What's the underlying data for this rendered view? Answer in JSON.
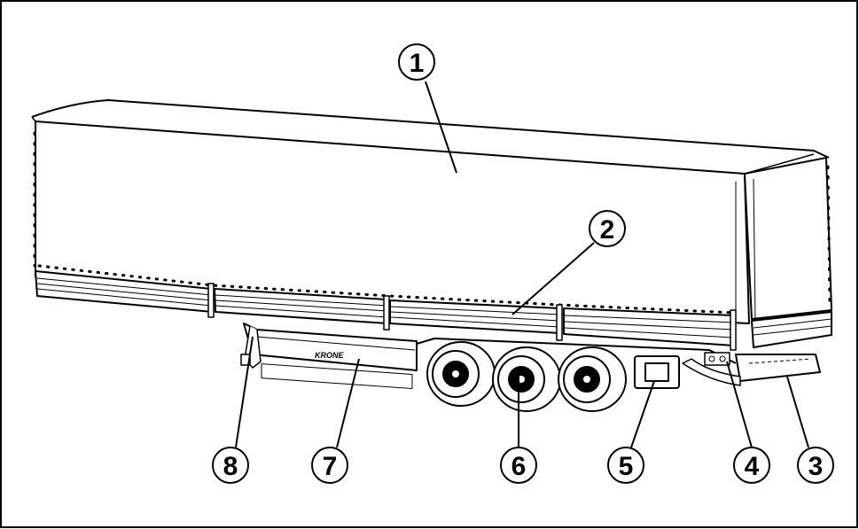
{
  "diagram": {
    "brand": "KRONE",
    "callouts": [
      {
        "id": "1",
        "label": "1"
      },
      {
        "id": "2",
        "label": "2"
      },
      {
        "id": "3",
        "label": "3"
      },
      {
        "id": "4",
        "label": "4"
      },
      {
        "id": "5",
        "label": "5"
      },
      {
        "id": "6",
        "label": "6"
      },
      {
        "id": "7",
        "label": "7"
      },
      {
        "id": "8",
        "label": "8"
      }
    ]
  },
  "colors": {
    "line": "#000000",
    "background": "#ffffff",
    "tarp": "#ffffff"
  }
}
